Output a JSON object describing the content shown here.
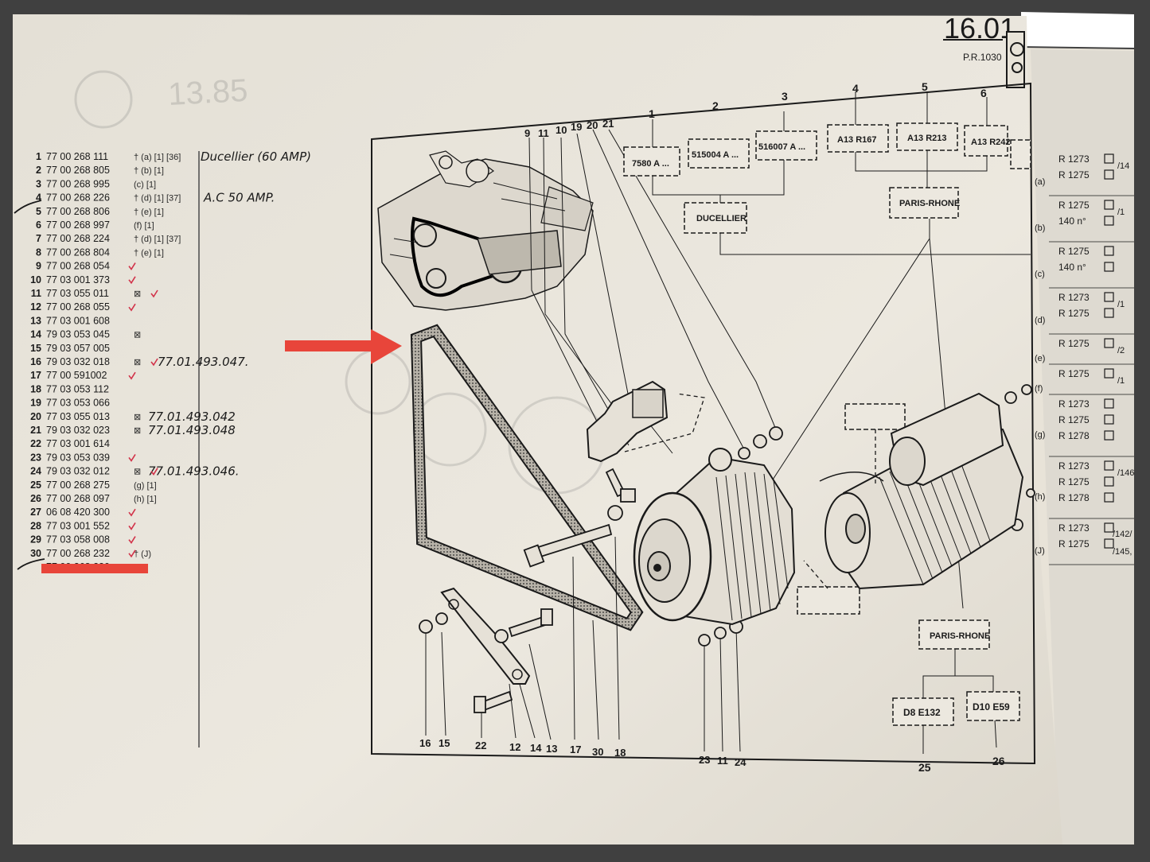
{
  "page": {
    "section_number": "16.01",
    "plate_ref": "P.R.1030",
    "bleed_through": "13.85"
  },
  "parts_list": [
    {
      "item": "1",
      "part_no": "77 00 268 111",
      "suffix": "† (a) [1] [36]",
      "note": "Ducellier (60 AMP)"
    },
    {
      "item": "2",
      "part_no": "77 00 268 805",
      "suffix": "† (b) [1]",
      "note": ""
    },
    {
      "item": "3",
      "part_no": "77 00 268 995",
      "suffix": "(c) [1]",
      "note": ""
    },
    {
      "item": "4",
      "part_no": "77 00 268 226",
      "suffix": "† (d) [1] [37]",
      "note": "A.C 50 AMP."
    },
    {
      "item": "5",
      "part_no": "77 00 268 806",
      "suffix": "† (e) [1]",
      "note": ""
    },
    {
      "item": "6",
      "part_no": "77 00 268 997",
      "suffix": "(f) [1]",
      "note": ""
    },
    {
      "item": "7",
      "part_no": "77 00 268 224",
      "suffix": "† (d) [1] [37]",
      "note": ""
    },
    {
      "item": "8",
      "part_no": "77 00 268 804",
      "suffix": "† (e) [1]",
      "note": ""
    },
    {
      "item": "9",
      "part_no": "77 00 268 054",
      "suffix": "",
      "note": ""
    },
    {
      "item": "10",
      "part_no": "77 03 001 373",
      "suffix": "",
      "note": ""
    },
    {
      "item": "11",
      "part_no": "77 03 055 011",
      "suffix": "⊠",
      "note": ""
    },
    {
      "item": "12",
      "part_no": "77 00 268 055",
      "suffix": "",
      "note": ""
    },
    {
      "item": "13",
      "part_no": "77 03 001 608",
      "suffix": "",
      "note": ""
    },
    {
      "item": "14",
      "part_no": "79 03 053 045",
      "suffix": "⊠",
      "note": ""
    },
    {
      "item": "15",
      "part_no": "79 03 057 005",
      "suffix": "",
      "note": ""
    },
    {
      "item": "16",
      "part_no": "79 03 032 018",
      "suffix": "⊠",
      "note": "77.01.493.047."
    },
    {
      "item": "17",
      "part_no": "77 00 591002",
      "suffix": "",
      "note": ""
    },
    {
      "item": "18",
      "part_no": "77 03 053 112",
      "suffix": "",
      "note": ""
    },
    {
      "item": "19",
      "part_no": "77 03 053 066",
      "suffix": "",
      "note": ""
    },
    {
      "item": "20",
      "part_no": "77 03 055 013",
      "suffix": "⊠",
      "note": "77.01.493.042"
    },
    {
      "item": "21",
      "part_no": "79 03 032 023",
      "suffix": "⊠",
      "note": "77.01.493.048"
    },
    {
      "item": "22",
      "part_no": "77 03 001 614",
      "suffix": "",
      "note": ""
    },
    {
      "item": "23",
      "part_no": "79 03 053 039",
      "suffix": "",
      "note": ""
    },
    {
      "item": "24",
      "part_no": "79 03 032 012",
      "suffix": "⊠",
      "note": "77.01.493.046."
    },
    {
      "item": "25",
      "part_no": "77 00 268 275",
      "suffix": "(g) [1]",
      "note": ""
    },
    {
      "item": "26",
      "part_no": "77 00 268 097",
      "suffix": "(h) [1]",
      "note": ""
    },
    {
      "item": "27",
      "part_no": "06 08 420 300",
      "suffix": "",
      "note": ""
    },
    {
      "item": "28",
      "part_no": "77 03 001 552",
      "suffix": "",
      "note": ""
    },
    {
      "item": "29",
      "part_no": "77 03 058 008",
      "suffix": "",
      "note": ""
    },
    {
      "item": "30",
      "part_no": "77 00 268 232",
      "suffix": "† (J)",
      "note": ""
    },
    {
      "item": "",
      "part_no": "77 00 268 230",
      "suffix": "",
      "note": ""
    }
  ],
  "diagram": {
    "top_callouts": [
      "9",
      "11",
      "10",
      "19",
      "20",
      "21"
    ],
    "supplier_numbers": [
      "1",
      "2",
      "3",
      "4",
      "5",
      "6"
    ],
    "suppliers": [
      "7580 A ...",
      "515004 A ...",
      "516007 A ...",
      "A13 R167",
      "A13 R213",
      "A13 R242"
    ],
    "brand_left": "DUCELLIER",
    "brand_right": "PARIS-RHONE",
    "starter_brand": "PARIS-RHONE",
    "starter_models": [
      "D8 E132",
      "D10 E59"
    ],
    "starter_numbers": [
      "25",
      "26"
    ],
    "bottom_callouts": [
      "16",
      "15",
      "22",
      "12",
      "14",
      "13",
      "17",
      "30",
      "18"
    ],
    "washer_callouts": [
      "23",
      "11",
      "24"
    ]
  },
  "reference_table": [
    {
      "group": "(a)",
      "rows": [
        "R 1273",
        "R 1275"
      ],
      "extra": "/14"
    },
    {
      "group": "(b)",
      "rows": [
        "R 1275",
        "140 n°"
      ],
      "extra": "/1"
    },
    {
      "group": "(c)",
      "rows": [
        "R 1275",
        "140 n°"
      ],
      "extra": ""
    },
    {
      "group": "(d)",
      "rows": [
        "R 1273",
        "R 1275"
      ],
      "extra": "/1"
    },
    {
      "group": "(e)",
      "rows": [
        "R 1275"
      ],
      "extra": "/2"
    },
    {
      "group": "(f)",
      "rows": [
        "R 1275"
      ],
      "extra": "/1"
    },
    {
      "group": "(g)",
      "rows": [
        "R 1273",
        "R 1275",
        "R 1278"
      ],
      "extra": ""
    },
    {
      "group": "(h)",
      "rows": [
        "R 1273",
        "R 1275",
        "R 1278"
      ],
      "extra": "/146"
    },
    {
      "group": "(J)",
      "rows": [
        "R 1273",
        "R 1275"
      ],
      "extra": ""
    }
  ],
  "ref_extras": [
    "/142/",
    "/145,"
  ],
  "colors": {
    "paper": "#e9e5dc",
    "ink": "#1a1a1a",
    "marker": "#e8453a",
    "check": "#d2334a"
  }
}
